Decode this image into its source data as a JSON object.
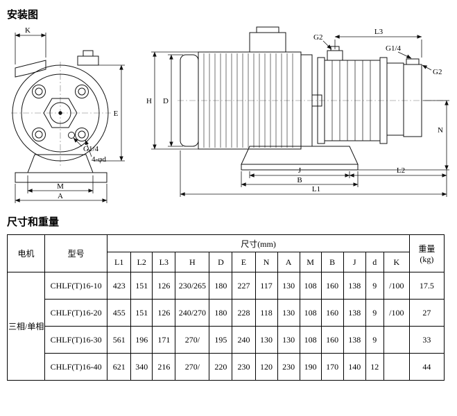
{
  "titles": {
    "installation": "安装图",
    "dimensions": "尺寸和重量"
  },
  "drawing": {
    "labels": {
      "k": "K",
      "e": "E",
      "m": "M",
      "a": "A",
      "g14_front": "G1/4",
      "bolt_holes": "4-φd",
      "h": "H",
      "d": "D",
      "g2_discharge": "G2",
      "l3": "L3",
      "g14_side": "G1/4",
      "g2_suction": "G2",
      "n": "N",
      "j": "J",
      "l2": "L2",
      "b": "B",
      "l1": "L1"
    }
  },
  "table": {
    "header": {
      "motor": "电机",
      "model": "型号",
      "dims_group": "尺寸(mm)",
      "weight_label": "重量",
      "weight_unit": "(kg)",
      "dim_cols": [
        "L1",
        "L2",
        "L3",
        "H",
        "D",
        "E",
        "N",
        "A",
        "M",
        "B",
        "J",
        "d",
        "K"
      ]
    },
    "motor_group": "三相/单相",
    "rows": [
      {
        "model": "CHLF(T)16-10",
        "dims": [
          "423",
          "151",
          "126",
          "230/265",
          "180",
          "227",
          "117",
          "130",
          "108",
          "160",
          "138",
          "9",
          "/100"
        ],
        "weight": "17.5"
      },
      {
        "model": "CHLF(T)16-20",
        "dims": [
          "455",
          "151",
          "126",
          "240/270",
          "180",
          "228",
          "118",
          "130",
          "108",
          "160",
          "138",
          "9",
          "/100"
        ],
        "weight": "27"
      },
      {
        "model": "CHLF(T)16-30",
        "dims": [
          "561",
          "196",
          "171",
          "270/",
          "195",
          "240",
          "130",
          "130",
          "108",
          "160",
          "138",
          "9",
          ""
        ],
        "weight": "33"
      },
      {
        "model": "CHLF(T)16-40",
        "dims": [
          "621",
          "340",
          "216",
          "270/",
          "220",
          "230",
          "120",
          "230",
          "190",
          "170",
          "140",
          "12",
          ""
        ],
        "weight": "44"
      }
    ]
  }
}
